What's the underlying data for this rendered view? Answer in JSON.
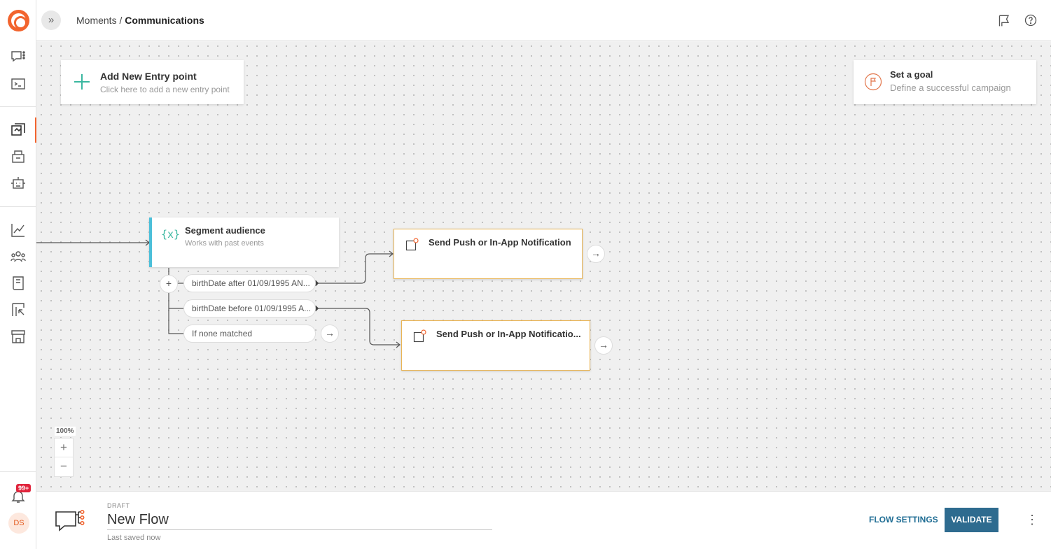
{
  "header": {
    "breadcrumb_parent": "Moments",
    "breadcrumb_separator": " / ",
    "breadcrumb_current": "Communications",
    "expand_icon": "double-chevron-right-icon",
    "right_icons": [
      "announcement-flag-icon",
      "help-icon"
    ]
  },
  "sidebar": {
    "items": [
      {
        "icon": "conversations-icon"
      },
      {
        "icon": "terminal-icon"
      },
      {
        "icon": "moments-icon",
        "active": true
      },
      {
        "icon": "documents-icon"
      },
      {
        "icon": "bot-icon"
      },
      {
        "icon": "analytics-icon"
      },
      {
        "icon": "people-icon"
      },
      {
        "icon": "book-icon"
      },
      {
        "icon": "exports-icon"
      },
      {
        "icon": "store-icon"
      }
    ],
    "notifications_badge": "99+",
    "avatar_initials": "DS"
  },
  "canvas": {
    "entry_point": {
      "title": "Add New Entry point",
      "subtitle": "Click here to add a new entry point"
    },
    "goal": {
      "title": "Set a goal",
      "subtitle": "Define a successful campaign"
    },
    "segment": {
      "title": "Segment audience",
      "subtitle": "Works with past events",
      "icon_text": "{x}"
    },
    "conditions": [
      {
        "label": "birthDate after 01/09/1995 AN..."
      },
      {
        "label": "birthDate before 01/09/1995 A..."
      },
      {
        "label": "If none matched"
      }
    ],
    "actions": [
      {
        "title": "Send Push or In-App Notification"
      },
      {
        "title": "Send Push or In-App Notificatio..."
      }
    ],
    "zoom_level": "100%",
    "zoom_in": "+",
    "zoom_out": "−"
  },
  "footer": {
    "status": "DRAFT",
    "flow_name": "New Flow",
    "last_saved": "Last saved now",
    "settings_label": "FLOW SETTINGS",
    "validate_label": "VALIDATE",
    "more_label": "⋮"
  },
  "colors": {
    "brand": "#f2642e",
    "accent_teal": "#3ab7a0",
    "segment_bar": "#4bbfd9",
    "action_border": "#e9b454",
    "primary_button": "#2e6b8f",
    "badge": "#e0243c"
  }
}
